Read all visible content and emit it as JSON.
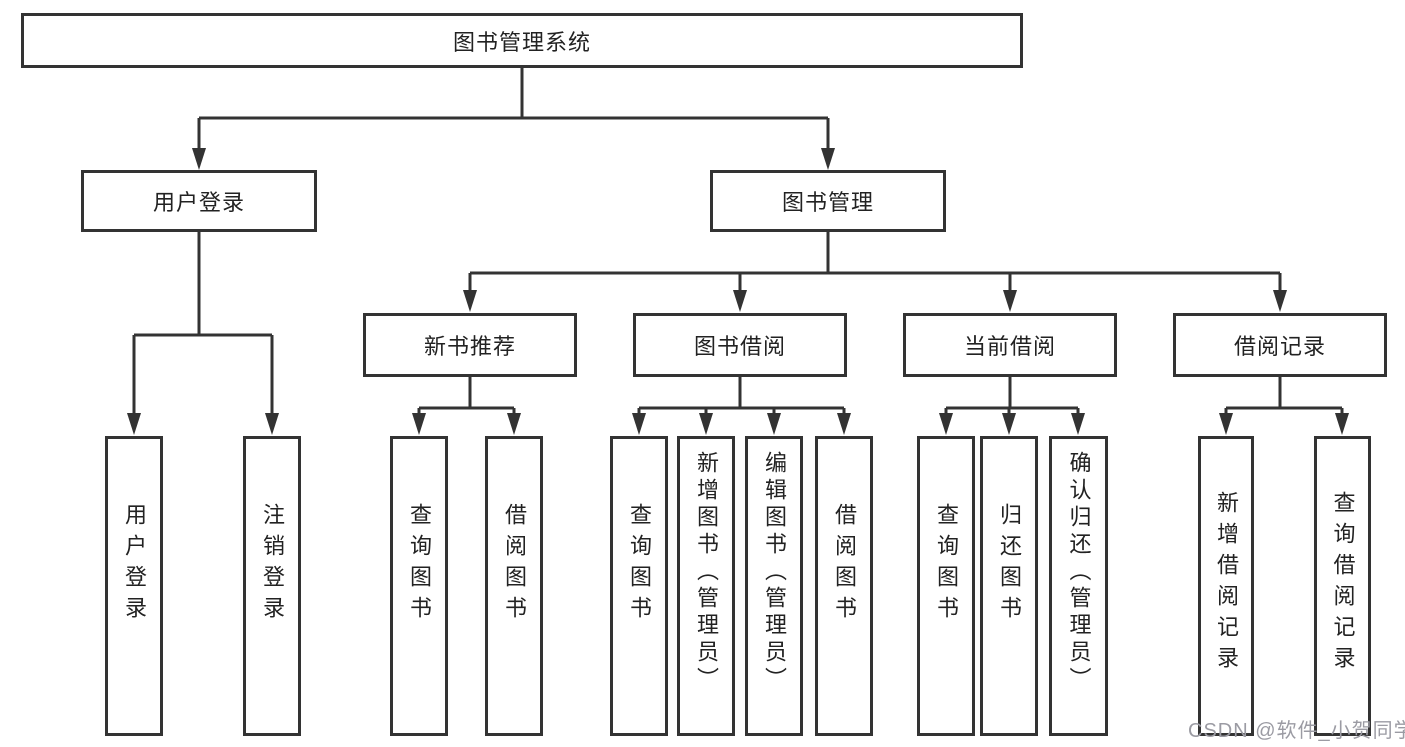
{
  "diagram": {
    "root": {
      "label": "图书管理系统"
    },
    "branches": [
      {
        "label": "用户登录",
        "children": [
          {
            "label": "用户登录"
          },
          {
            "label": "注销登录"
          }
        ]
      },
      {
        "label": "图书管理",
        "sections": [
          {
            "label": "新书推荐",
            "children": [
              {
                "label": "查询图书"
              },
              {
                "label": "借阅图书"
              }
            ]
          },
          {
            "label": "图书借阅",
            "children": [
              {
                "label": "查询图书"
              },
              {
                "label": "新增图书（管理员）"
              },
              {
                "label": "编辑图书（管理员）"
              },
              {
                "label": "借阅图书"
              }
            ]
          },
          {
            "label": "当前借阅",
            "children": [
              {
                "label": "查询图书"
              },
              {
                "label": "归还图书"
              },
              {
                "label": "确认归还（管理员）"
              }
            ]
          },
          {
            "label": "借阅记录",
            "children": [
              {
                "label": "新增借阅记录"
              },
              {
                "label": "查询借阅记录"
              }
            ]
          }
        ]
      }
    ]
  },
  "colors": {
    "line": "#333333",
    "text": "#222222",
    "watermark": "#9b9ba3",
    "background": "#ffffff"
  },
  "watermark": {
    "text": "CSDN @软件_小贺同学"
  }
}
